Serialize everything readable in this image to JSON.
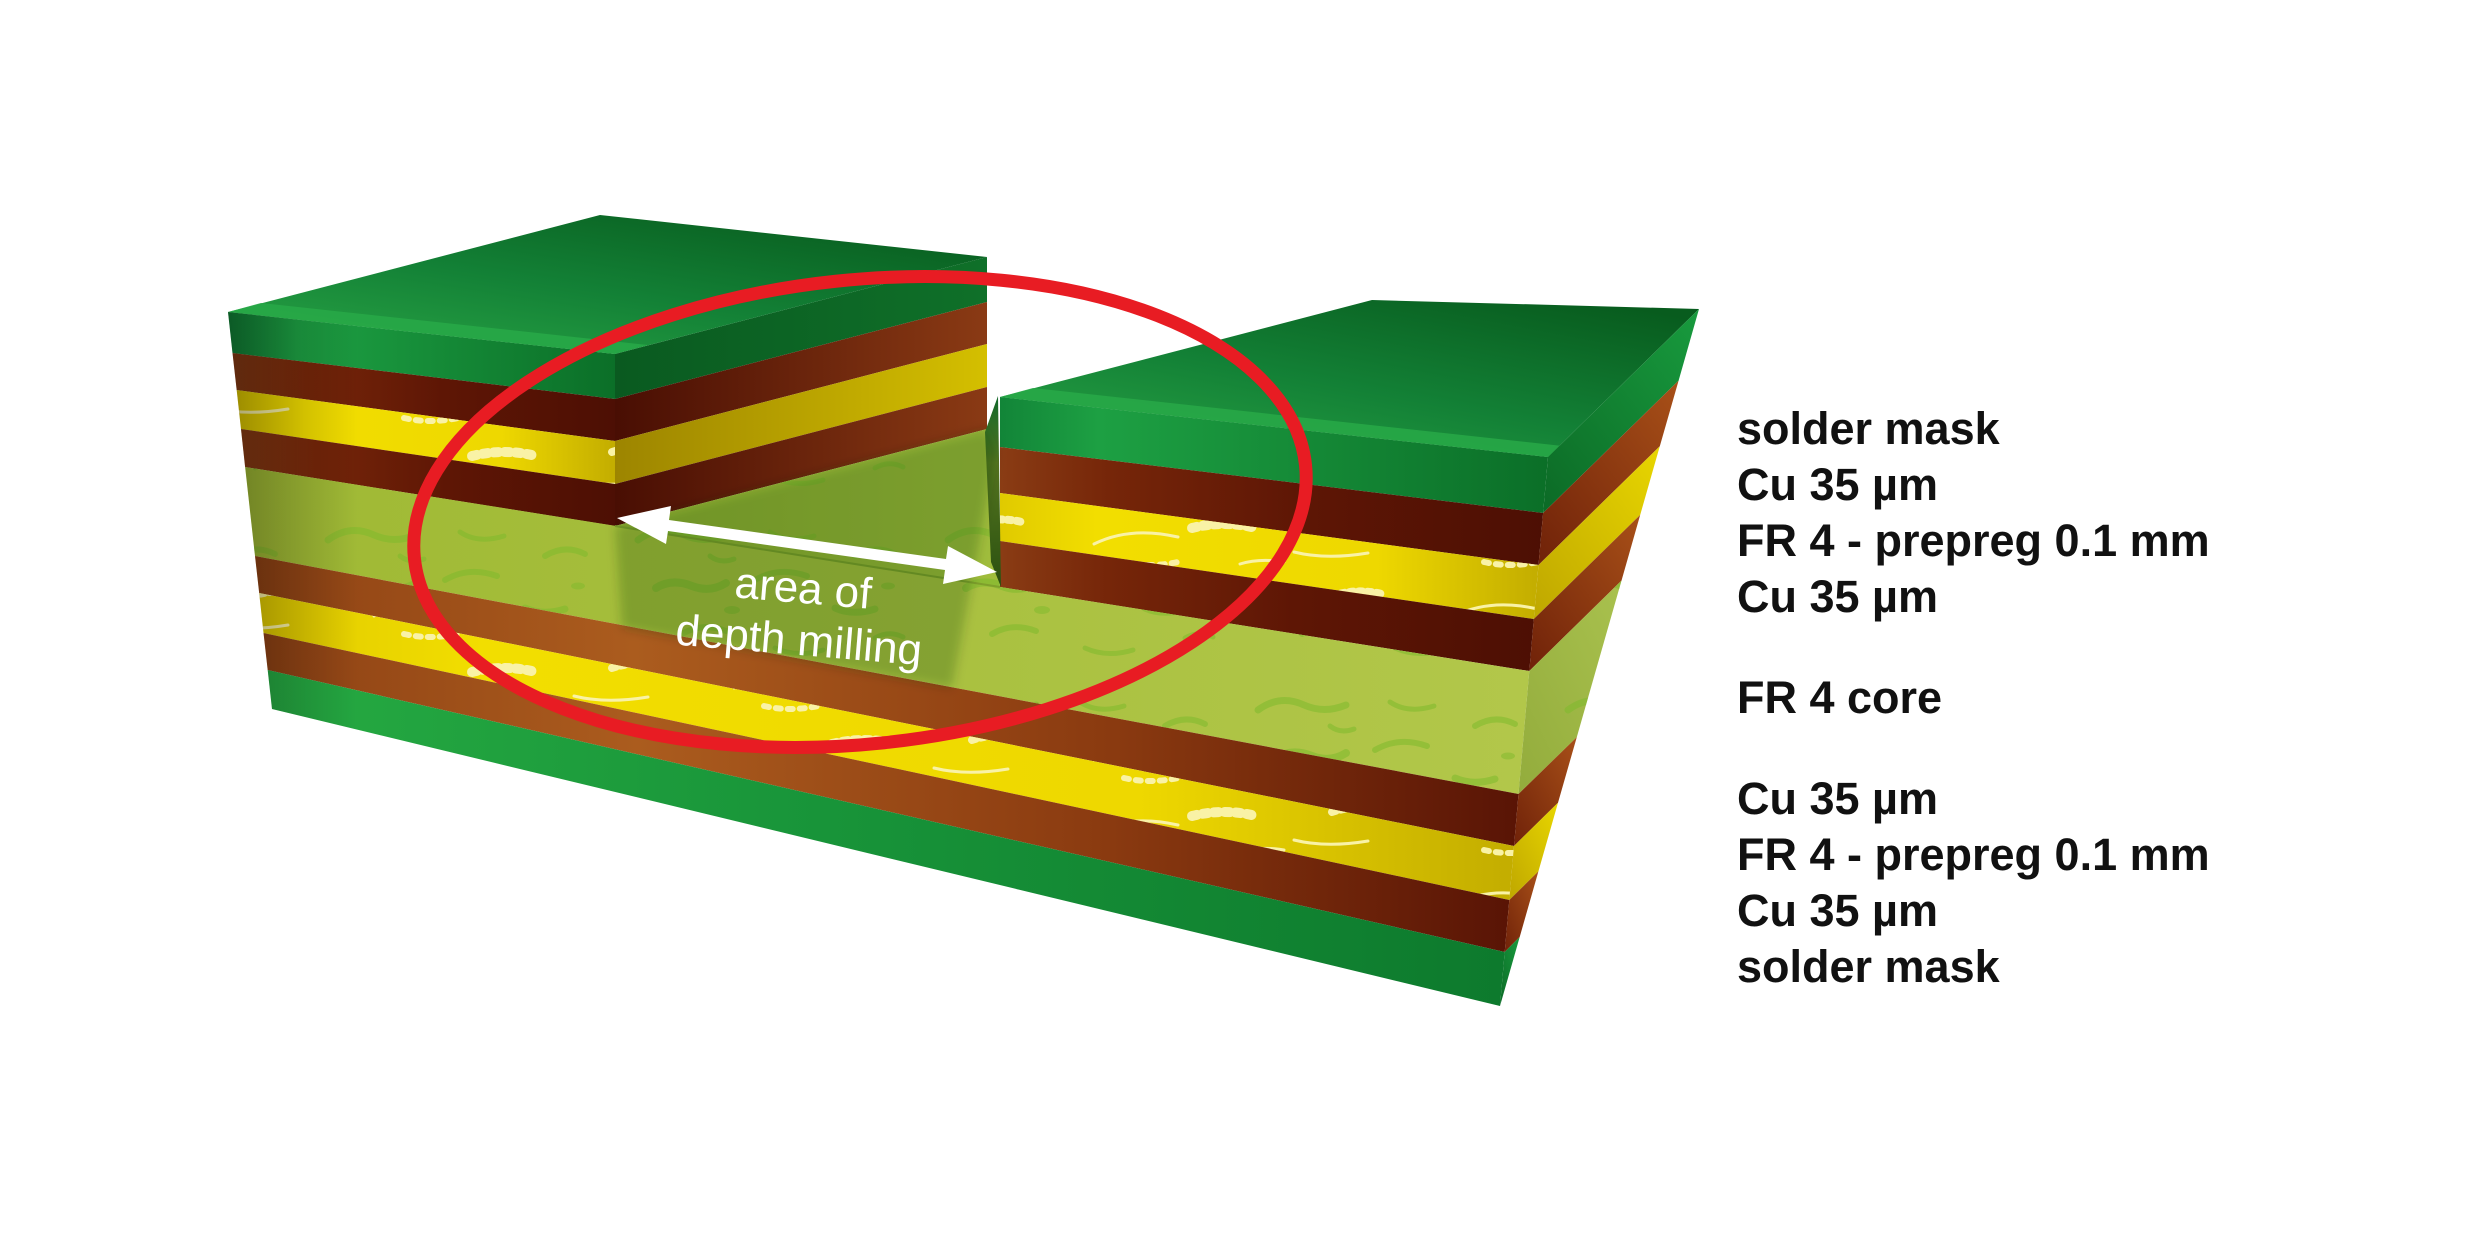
{
  "diagram": {
    "milling_label": {
      "line1": "area of",
      "line2": "depth milling"
    },
    "layer_labels": {
      "top_group": [
        "solder mask",
        "Cu 35 µm",
        "FR 4 - prepreg 0.1 mm",
        "Cu 35 µm"
      ],
      "middle_group": [
        "FR 4 core"
      ],
      "bottom_group": [
        "Cu 35 µm",
        "FR 4 - prepreg 0.1 mm",
        "Cu 35 µm",
        "solder mask"
      ]
    },
    "colors": {
      "solder_mask_green": "#17913a",
      "pcb_top_green": "#1f9c3b",
      "copper_orange_brown": "#a85a1c",
      "copper_dark_maroon": "#5e1505",
      "prepreg_yellow": "#f2de00",
      "fr4_core_olive": "#a8c040",
      "annotation_red": "#e81c23",
      "annotation_white": "#ffffff",
      "label_text": "#111111",
      "background": "#ffffff"
    }
  }
}
